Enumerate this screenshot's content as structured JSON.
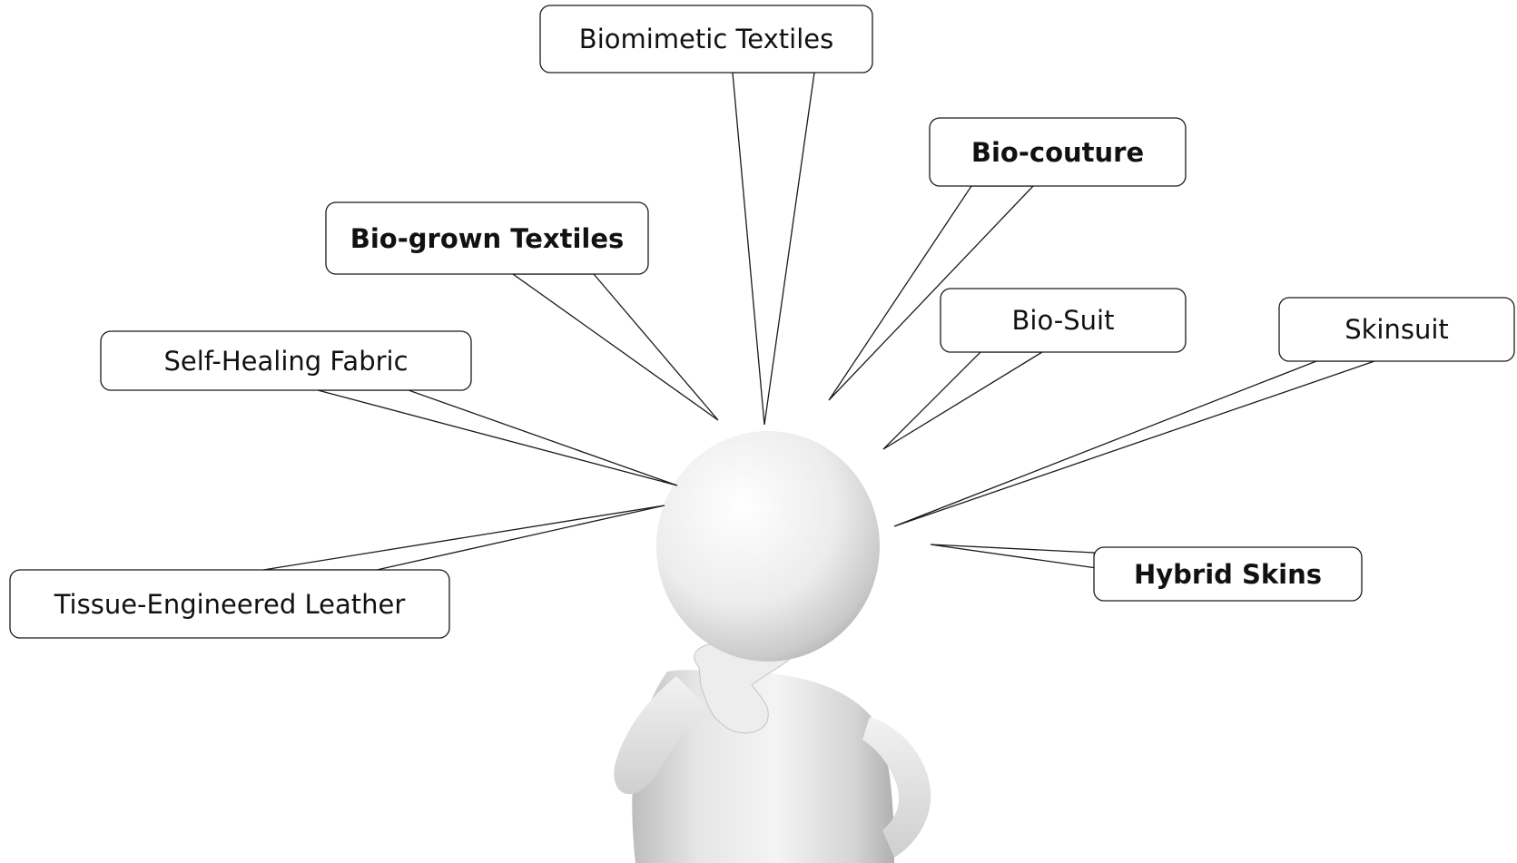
{
  "diagram": {
    "callouts": [
      {
        "id": "biomimetic-textiles",
        "label": "Biomimetic Textiles",
        "bold": false
      },
      {
        "id": "bio-couture",
        "label": "Bio-couture",
        "bold": true
      },
      {
        "id": "bio-grown-textiles",
        "label": "Bio-grown Textiles",
        "bold": true
      },
      {
        "id": "bio-suit",
        "label": "Bio-Suit",
        "bold": false
      },
      {
        "id": "skinsuit",
        "label": "Skinsuit",
        "bold": false
      },
      {
        "id": "self-healing-fabric",
        "label": "Self-Healing Fabric",
        "bold": false
      },
      {
        "id": "tissue-engineered-leather",
        "label": "Tissue-Engineered Leather",
        "bold": false
      },
      {
        "id": "hybrid-skins",
        "label": "Hybrid Skins",
        "bold": true
      }
    ],
    "figure": "thinking-person-figure",
    "colors": {
      "outline": "#1a1a1a",
      "box_fill": "#ffffff",
      "text": "#111111"
    }
  }
}
